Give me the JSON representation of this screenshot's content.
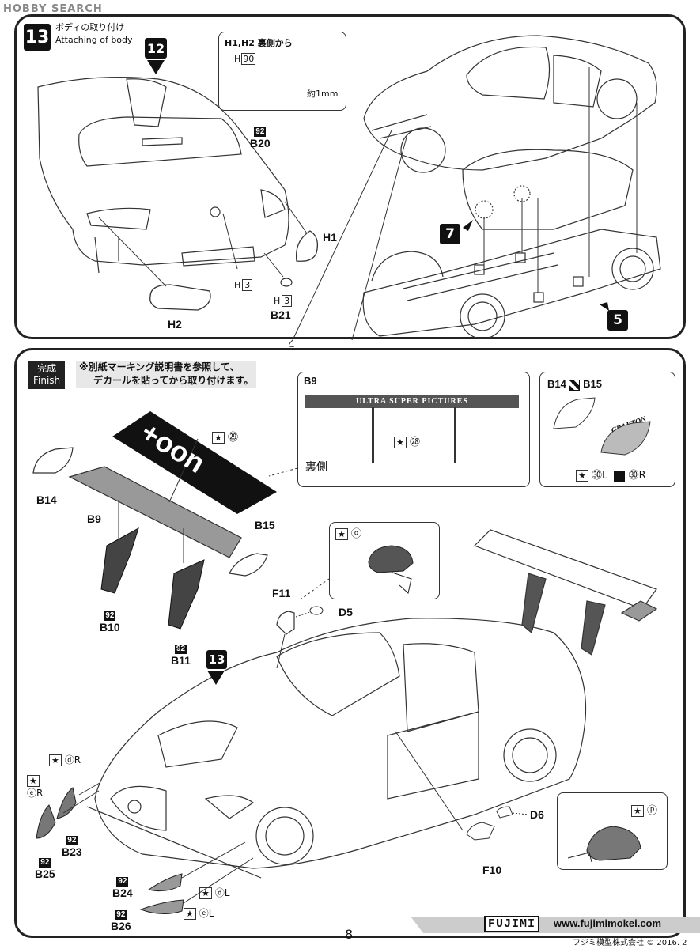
{
  "watermark": "HOBBY SEARCH",
  "step13": {
    "number": "13",
    "title_jp": "ボディの取り付け",
    "title_en": "Attaching of body",
    "ref_step_12": "12",
    "inset_title": "H1,H2 裏側から",
    "inset_part": "H",
    "inset_part_num": "90",
    "inset_note": "約1mm",
    "parts": {
      "b20_tag": "92",
      "b20": "B20",
      "h1": "H1",
      "h2": "H2",
      "h3a_letter": "H",
      "h3a_num": "3",
      "h3b_letter": "H",
      "h3b_num": "3",
      "b21_tag": "92",
      "b21": "B21"
    },
    "ref_step_7": "7",
    "ref_step_5": "5"
  },
  "finish": {
    "badge_jp": "完成",
    "badge_en": "Finish",
    "note_line1": "※別紙マーキング説明書を参照して、",
    "note_line2": "デカールを貼ってから取り付けます。",
    "b9_box": {
      "title": "B9",
      "banner": "ULTRA SUPER PICTURES",
      "decal_28": "㉘",
      "back_side": "裏側"
    },
    "b14_box": {
      "title_a": "B14",
      "title_b": "B15",
      "logo": "CRAPTON",
      "decal_30l": "㉚",
      "l": "L",
      "decal_30r": "㉚",
      "r": "R"
    },
    "decal_29": "㉙",
    "wing_text": "+oon",
    "parts": {
      "b14": "B14",
      "b9": "B9",
      "b15": "B15",
      "b10_tag": "92",
      "b10": "B10",
      "b11_tag": "92",
      "b11": "B11",
      "f11": "F11",
      "d5": "D5",
      "ref_13": "13",
      "d6": "D6",
      "f10": "F10",
      "b23_tag": "92",
      "b23": "B23",
      "b25_tag": "92",
      "b25": "B25",
      "b24_tag": "92",
      "b24": "B24",
      "b26_tag": "92",
      "b26": "B26",
      "dR_letter": "ⓓ",
      "dR_side": "R",
      "eR_letter": "ⓔ",
      "eR_side": "R",
      "dL_letter": "ⓓ",
      "dL_side": "L",
      "eL_letter": "ⓔ",
      "eL_side": "L"
    },
    "mirror_box_o": "ⓞ",
    "mirror_box_p": "ⓟ"
  },
  "footer": {
    "page": "8",
    "brand": "FUJIMI",
    "url": "www.fujimimokei.com",
    "company": "フジミ模型株式会社",
    "copyright": "©",
    "year": "2016. 2"
  }
}
